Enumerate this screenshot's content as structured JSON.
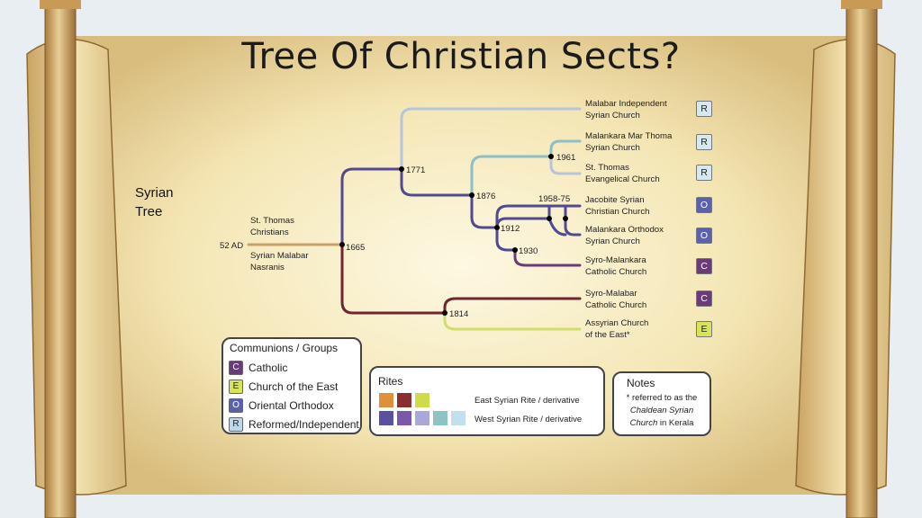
{
  "title": "Tree Of Christian Sects?",
  "side_label": [
    "Syrian",
    "Tree"
  ],
  "colors": {
    "paper": "#f4e6b4",
    "root_branch": "#c8a06a",
    "east_syrian": "#6e2630",
    "west_syrian": "#4f4a92",
    "reformed": "#b8c4dc",
    "teal": "#8dbfc8",
    "church_east": "#cfdf6a"
  },
  "tree": {
    "root": {
      "date": "52 AD",
      "label_top": [
        "St. Thomas",
        "Christians"
      ],
      "label_bottom": [
        "Syrian Malabar",
        "Nasranis"
      ]
    },
    "years": [
      "1665",
      "1771",
      "1876",
      "1961",
      "1958-75",
      "1912",
      "1930",
      "1814"
    ],
    "leaves": [
      {
        "name": [
          "Malabar Independent",
          "Syrian Church"
        ],
        "group": "R"
      },
      {
        "name": [
          "Malankara Mar Thoma",
          "Syrian Church"
        ],
        "group": "R"
      },
      {
        "name": [
          "St. Thomas",
          "Evangelical Church"
        ],
        "group": "R"
      },
      {
        "name": [
          "Jacobite Syrian",
          "Christian Church"
        ],
        "group": "O"
      },
      {
        "name": [
          "Malankara Orthodox",
          "Syrian Church"
        ],
        "group": "O"
      },
      {
        "name": [
          "Syro-Malankara",
          "Catholic Church"
        ],
        "group": "C"
      },
      {
        "name": [
          "Syro-Malabar",
          "Catholic Church"
        ],
        "group": "C"
      },
      {
        "name": [
          "Assyrian Church",
          "of the East*"
        ],
        "group": "E"
      }
    ]
  },
  "legend": {
    "title": "Communions / Groups",
    "items": [
      {
        "code": "C",
        "label": "Catholic",
        "color": "#6a3a7a"
      },
      {
        "code": "E",
        "label": "Church of the East",
        "color": "#d8e35a"
      },
      {
        "code": "O",
        "label": "Oriental Orthodox",
        "color": "#5a62b0"
      },
      {
        "code": "R",
        "label": "Reformed/Independent",
        "color": "#bcd9e8"
      }
    ]
  },
  "rites": {
    "title": "Rites",
    "east_label": "East Syrian Rite / derivative",
    "west_label": "West Syrian Rite / derivative",
    "east_colors": [
      "#e0903a",
      "#8a2e30",
      "#cfdb4a"
    ],
    "west_colors": [
      "#5a52a0",
      "#7a58aa",
      "#a9a8d8",
      "#8cc4c4",
      "#c2dfee"
    ]
  },
  "notes": {
    "title": "Notes",
    "line1": "* referred to as the",
    "line2": "Chaldean Syrian",
    "line3": "Church",
    "line3_suffix": " in Kerala"
  }
}
